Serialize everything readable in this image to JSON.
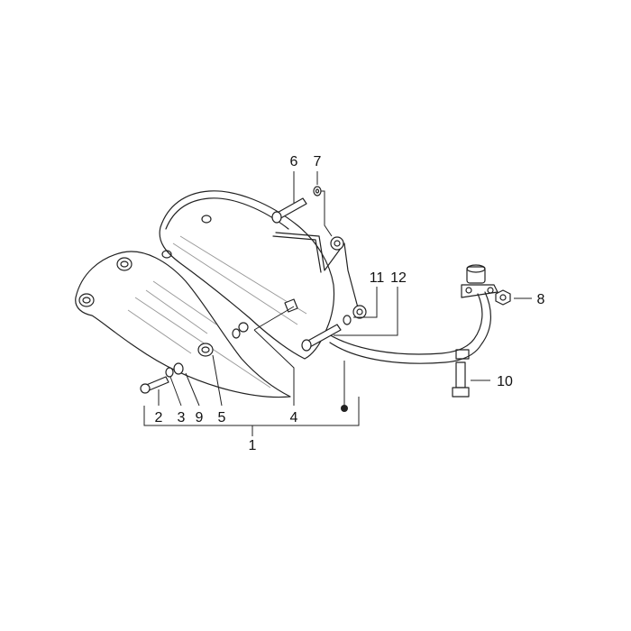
{
  "callouts": [
    {
      "id": "1",
      "text": "1"
    },
    {
      "id": "2",
      "text": "2"
    },
    {
      "id": "3",
      "text": "3"
    },
    {
      "id": "4",
      "text": "4"
    },
    {
      "id": "5",
      "text": "5"
    },
    {
      "id": "6",
      "text": "6"
    },
    {
      "id": "7",
      "text": "7"
    },
    {
      "id": "8",
      "text": "8"
    },
    {
      "id": "9",
      "text": "9"
    },
    {
      "id": "10",
      "text": "10"
    },
    {
      "id": "11",
      "text": "11"
    },
    {
      "id": "12",
      "text": "12"
    }
  ],
  "colors": {
    "line": "#222222",
    "shade": "#9a9a9a",
    "background": "#ffffff"
  }
}
